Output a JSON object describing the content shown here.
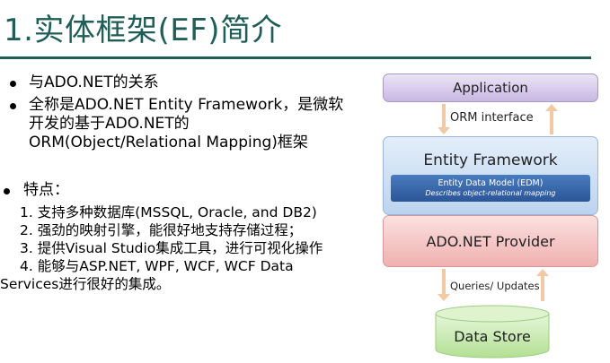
{
  "slide": {
    "title": "1.实体框架(EF)简介"
  },
  "bullets": [
    {
      "text": "与ADO.NET的关系"
    },
    {
      "text": "全称是ADO.NET Entity Framework，是微软开发的基于ADO.NET的ORM(Object/Relational Mapping)框架"
    }
  ],
  "features": {
    "title": "特点：",
    "items": [
      "1. 支持多种数据库(MSSQL, Oracle, and DB2)",
      "2. 强劲的映射引擎，能很好地支持存储过程；",
      "3. 提供Visual Studio集成工具，进行可视化操作",
      "4. 能够与ASP.NET, WPF, WCF, WCF Data Services进行很好的集成。"
    ]
  },
  "diagram": {
    "application": "Application",
    "orm_interface": "ORM interface",
    "entity_framework": "Entity Framework",
    "edm_title": "Entity Data Model (EDM)",
    "edm_subtitle": "Describes object-relational mapping",
    "provider": "ADO.NET Provider",
    "queries": "Queries/ Updates",
    "data_store": "Data Store"
  },
  "colors": {
    "title": "#1f5e58",
    "arrow": "#f1c9a4",
    "application_box": "#d9cdee",
    "ef_box": "#cfe0f5",
    "edm_bar": "#3a68ad",
    "provider_box": "#f6c8c8",
    "data_store": "#c9ebb4"
  }
}
